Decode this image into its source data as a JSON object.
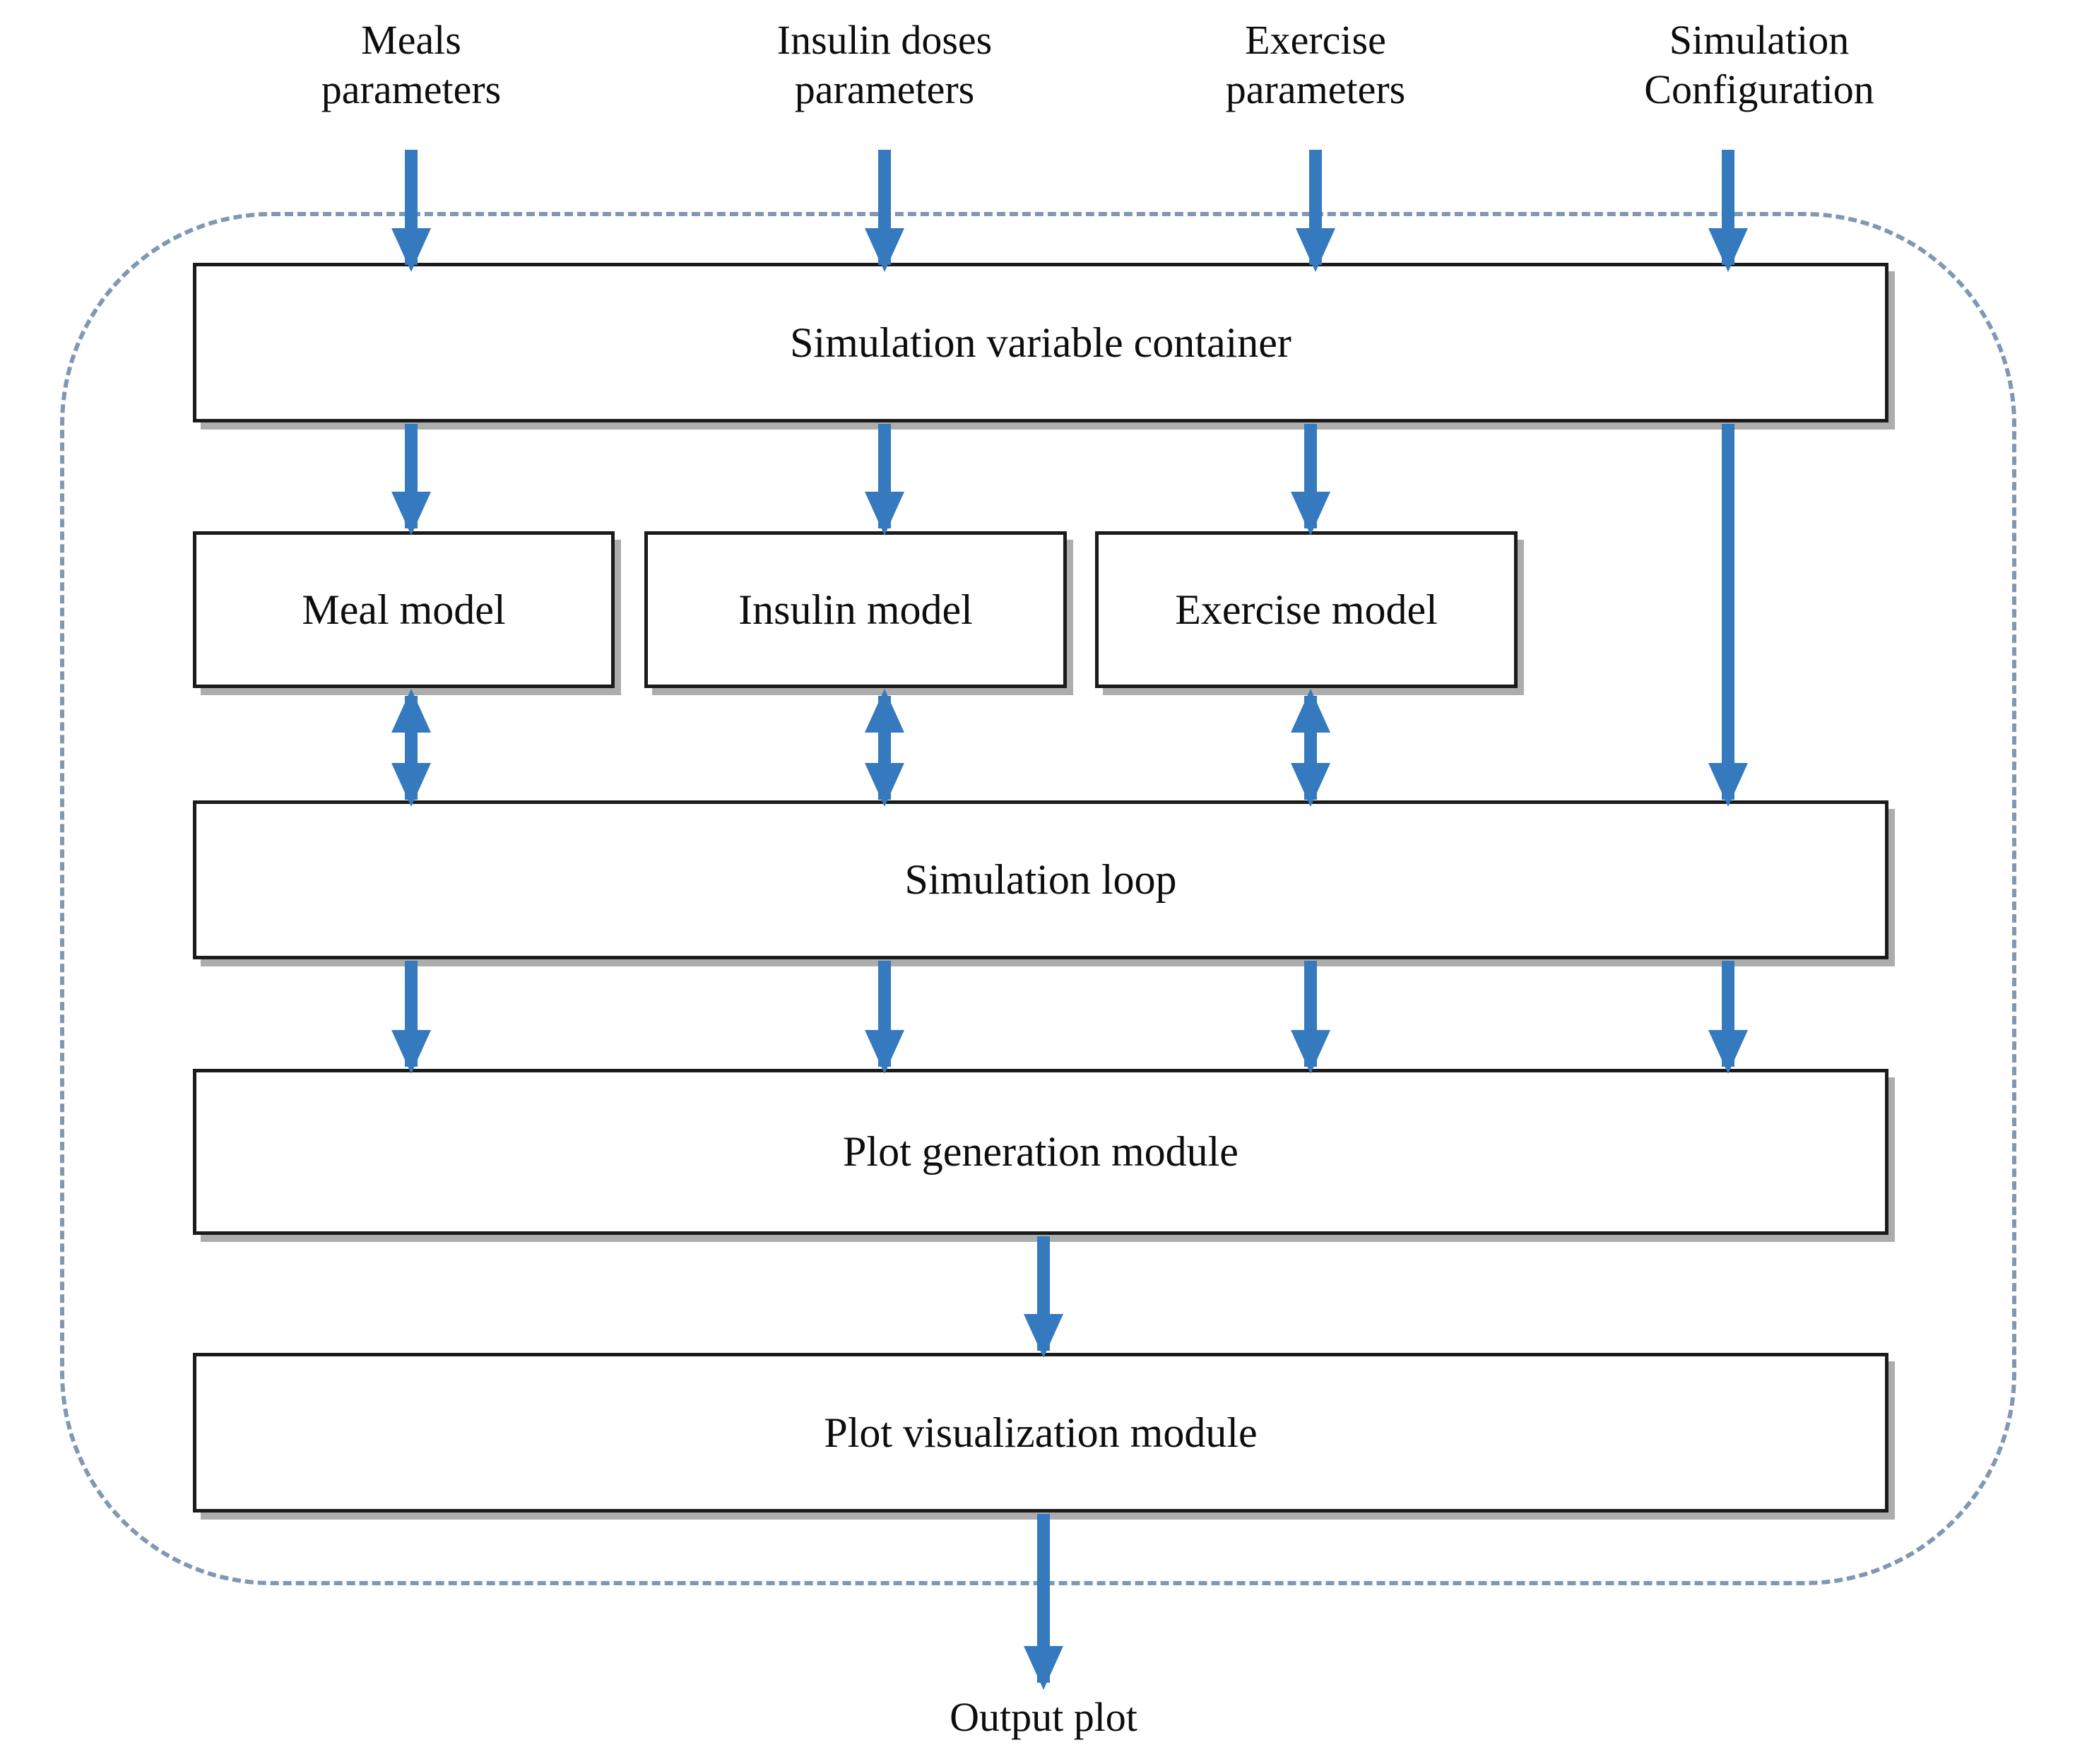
{
  "inputs": [
    {
      "id": "meals",
      "line1": "Meals",
      "line2": "parameters"
    },
    {
      "id": "insulin_doses",
      "line1": "Insulin doses",
      "line2": "parameters"
    },
    {
      "id": "exercise",
      "line1": "Exercise",
      "line2": "parameters"
    },
    {
      "id": "simulation_configuration",
      "line1": "Simulation",
      "line2": "Configuration"
    }
  ],
  "modules": {
    "variable_container": "Simulation variable container",
    "meal_model": "Meal model",
    "insulin_model": "Insulin model",
    "exercise_model": "Exercise model",
    "simulation_loop": "Simulation loop",
    "plot_generation": "Plot generation module",
    "plot_visualization": "Plot visualization module"
  },
  "output": {
    "label": "Output plot"
  },
  "connections": [
    {
      "from": "Meals parameters",
      "to": "Simulation variable container",
      "direction": "down"
    },
    {
      "from": "Insulin doses parameters",
      "to": "Simulation variable container",
      "direction": "down"
    },
    {
      "from": "Exercise parameters",
      "to": "Simulation variable container",
      "direction": "down"
    },
    {
      "from": "Simulation Configuration",
      "to": "Simulation variable container",
      "direction": "down"
    },
    {
      "from": "Simulation variable container",
      "to": "Meal model",
      "direction": "down"
    },
    {
      "from": "Simulation variable container",
      "to": "Insulin model",
      "direction": "down"
    },
    {
      "from": "Simulation variable container",
      "to": "Exercise model",
      "direction": "down"
    },
    {
      "from": "Simulation variable container",
      "to": "Simulation loop",
      "direction": "down"
    },
    {
      "from": "Meal model",
      "to": "Simulation loop",
      "direction": "both"
    },
    {
      "from": "Insulin model",
      "to": "Simulation loop",
      "direction": "both"
    },
    {
      "from": "Exercise model",
      "to": "Simulation loop",
      "direction": "both"
    },
    {
      "from": "Simulation loop",
      "to": "Plot generation module",
      "direction": "down",
      "arrow_count": 4
    },
    {
      "from": "Plot generation module",
      "to": "Plot visualization module",
      "direction": "down"
    },
    {
      "from": "Plot visualization module",
      "to": "Output plot",
      "direction": "down"
    }
  ],
  "colors": {
    "arrow": "#3579BE",
    "dashed_border": "#7F98B3",
    "box_border": "#1B1B1B",
    "box_fill": "#FFFFFF",
    "text": "#0D0D0D"
  }
}
